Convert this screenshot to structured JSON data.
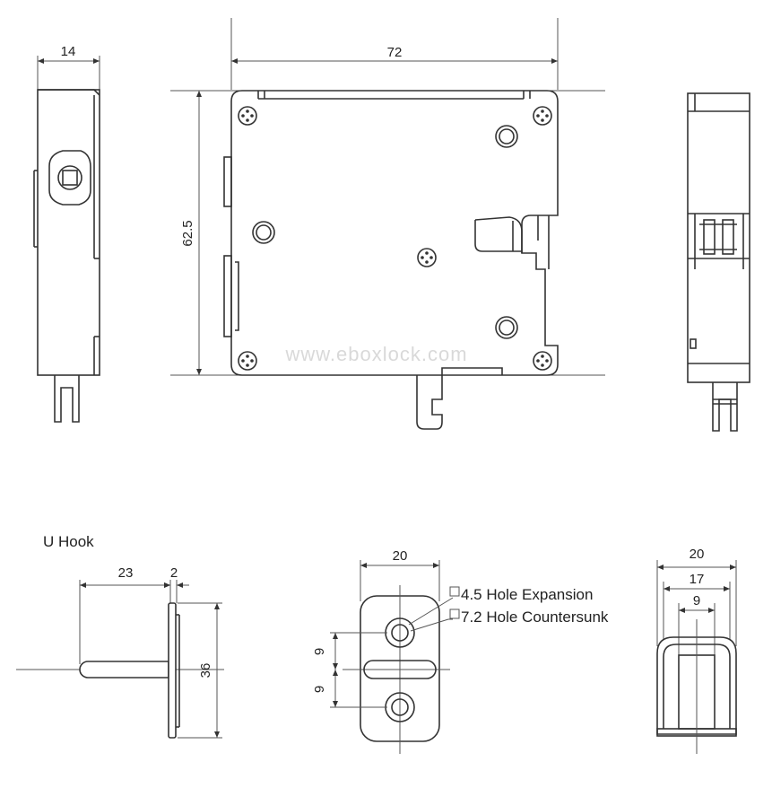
{
  "dimensions": {
    "side_width": "14",
    "top_width": "72",
    "height": "62.5",
    "hook_length": "23",
    "hook_thickness": "2",
    "hook_height": "36",
    "plate_width": "20",
    "hole_spacing_upper": "9",
    "hole_spacing_lower": "9",
    "bracket_outer": "20",
    "bracket_mid": "17",
    "bracket_inner": "9"
  },
  "labels": {
    "u_hook": "U Hook",
    "hole_expansion": "4.5 Hole Expansion",
    "hole_countersunk": "7.2 Hole Countersunk",
    "watermark": "www.eboxlock.com"
  },
  "colors": {
    "line": "#333333",
    "watermark": "#d9d9d9"
  }
}
